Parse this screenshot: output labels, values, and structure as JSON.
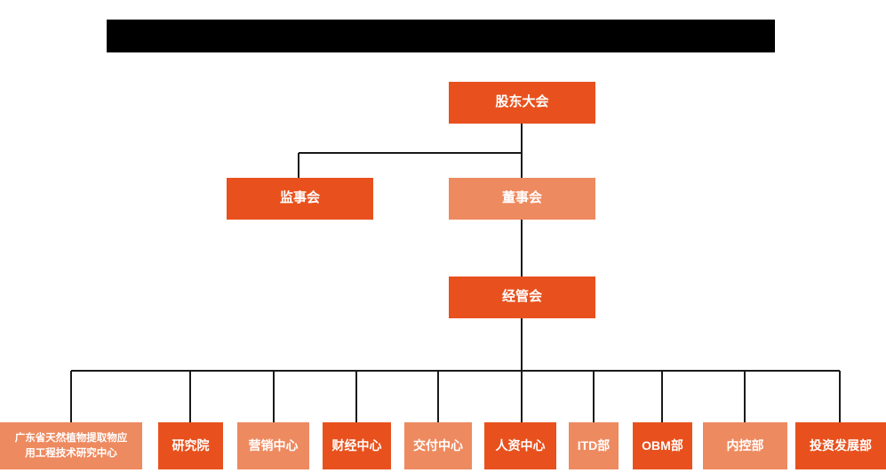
{
  "page": {
    "title_bar": {
      "name": "redacted-title-bar",
      "text": "",
      "color": "#000000"
    },
    "background": "#ffffff"
  },
  "colors": {
    "dark_orange": "#E8511D",
    "light_orange": "#EE8A60",
    "connector": "#1a1a1a",
    "text": "#ffffff"
  },
  "chart_data": {
    "type": "diagram",
    "diagram_type": "org-chart",
    "title": "",
    "levels": [
      {
        "level": 1,
        "nodes": [
          {
            "id": "shareholders",
            "label": "股东大会",
            "tone": "dark"
          }
        ]
      },
      {
        "level": 2,
        "nodes": [
          {
            "id": "supervisors",
            "label": "监事会",
            "tone": "dark"
          },
          {
            "id": "board",
            "label": "董事会",
            "tone": "light"
          }
        ]
      },
      {
        "level": 3,
        "nodes": [
          {
            "id": "management",
            "label": "经管会",
            "tone": "dark"
          }
        ]
      },
      {
        "level": 4,
        "nodes": [
          {
            "id": "eng-center",
            "label": "广东省天然植物提取物应用工程技术研究中心",
            "label_line1": "广东省天然植物提取物应",
            "label_line2": "用工程技术研究中心",
            "tone": "light"
          },
          {
            "id": "research-institute",
            "label": "研究院",
            "tone": "dark"
          },
          {
            "id": "marketing-center",
            "label": "营销中心",
            "tone": "light"
          },
          {
            "id": "finance-center",
            "label": "财经中心",
            "tone": "dark"
          },
          {
            "id": "delivery-center",
            "label": "交付中心",
            "tone": "light"
          },
          {
            "id": "hr-center",
            "label": "人资中心",
            "tone": "dark"
          },
          {
            "id": "itd-dept",
            "label": "ITD部",
            "tone": "light"
          },
          {
            "id": "obm-dept",
            "label": "OBM部",
            "tone": "dark"
          },
          {
            "id": "internal-control-dept",
            "label": "内控部",
            "tone": "light"
          },
          {
            "id": "investment-dev-dept",
            "label": "投资发展部",
            "tone": "dark"
          }
        ]
      }
    ],
    "edges": [
      {
        "from": "shareholders",
        "to": "supervisors"
      },
      {
        "from": "shareholders",
        "to": "board"
      },
      {
        "from": "board",
        "to": "management"
      },
      {
        "from": "management",
        "to": "eng-center"
      },
      {
        "from": "management",
        "to": "research-institute"
      },
      {
        "from": "management",
        "to": "marketing-center"
      },
      {
        "from": "management",
        "to": "finance-center"
      },
      {
        "from": "management",
        "to": "delivery-center"
      },
      {
        "from": "management",
        "to": "hr-center"
      },
      {
        "from": "management",
        "to": "itd-dept"
      },
      {
        "from": "management",
        "to": "obm-dept"
      },
      {
        "from": "management",
        "to": "internal-control-dept"
      },
      {
        "from": "management",
        "to": "investment-dev-dept"
      }
    ]
  }
}
